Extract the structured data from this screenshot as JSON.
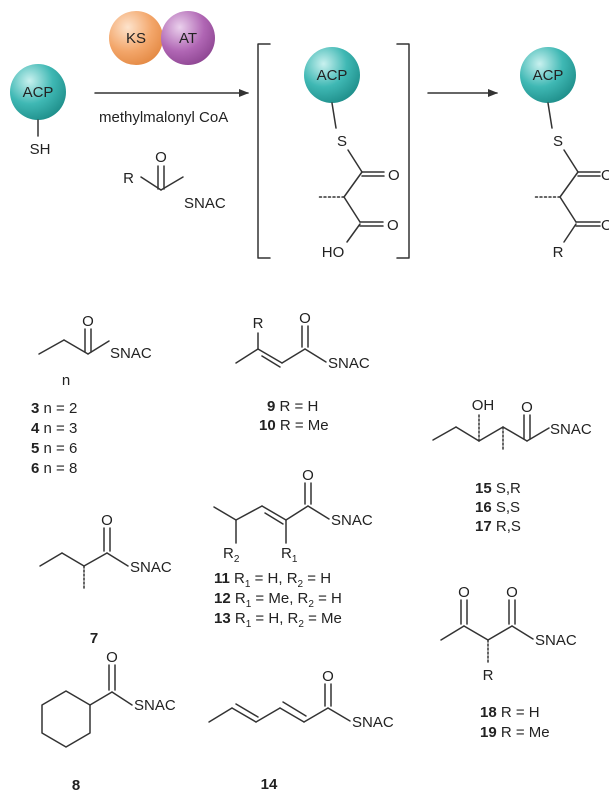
{
  "scheme": {
    "acp": "ACP",
    "thiol": "SH",
    "ks": "KS",
    "at": "AT",
    "reagent": "methylmalonyl CoA",
    "r_group": "R",
    "snac": "SNAC",
    "sulfur": "S",
    "oxygen": "O",
    "hydroxyl_ho": "HO",
    "hydroxyl_oh": "OH",
    "sphere_colors": {
      "acp": "#3fb8b4",
      "ks": "#f3a66a",
      "at": "#b066b4"
    }
  },
  "compounds": {
    "series_n": {
      "n_label": "n",
      "entries": [
        {
          "id": "3",
          "desc": "n = 2"
        },
        {
          "id": "4",
          "desc": "n = 3"
        },
        {
          "id": "5",
          "desc": "n = 6"
        },
        {
          "id": "6",
          "desc": "n = 8"
        }
      ]
    },
    "c7": {
      "id": "7"
    },
    "c8": {
      "id": "8"
    },
    "series_9_10": {
      "r_label": "R",
      "entries": [
        {
          "id": "9",
          "desc": "R = H"
        },
        {
          "id": "10",
          "desc": "R = Me"
        }
      ]
    },
    "series_11_13": {
      "r1": "R",
      "r1_sub": "1",
      "r2": "R",
      "r2_sub": "2",
      "entries": [
        {
          "id": "11",
          "p1": "R",
          "s1": "1",
          "v1": " = H, ",
          "p2": "R",
          "s2": "2",
          "v2": " = H"
        },
        {
          "id": "12",
          "p1": "R",
          "s1": "1",
          "v1": " = Me, ",
          "p2": "R",
          "s2": "2",
          "v2": " = H"
        },
        {
          "id": "13",
          "p1": "R",
          "s1": "1",
          "v1": " = H, ",
          "p2": "R",
          "s2": "2",
          "v2": " = Me"
        }
      ]
    },
    "c14": {
      "id": "14"
    },
    "series_15_17": {
      "entries": [
        {
          "id": "15",
          "desc": "S,R"
        },
        {
          "id": "16",
          "desc": "S,S"
        },
        {
          "id": "17",
          "desc": "R,S"
        }
      ]
    },
    "series_18_19": {
      "r_label": "R",
      "entries": [
        {
          "id": "18",
          "desc": "R = H"
        },
        {
          "id": "19",
          "desc": "R = Me"
        }
      ]
    }
  }
}
